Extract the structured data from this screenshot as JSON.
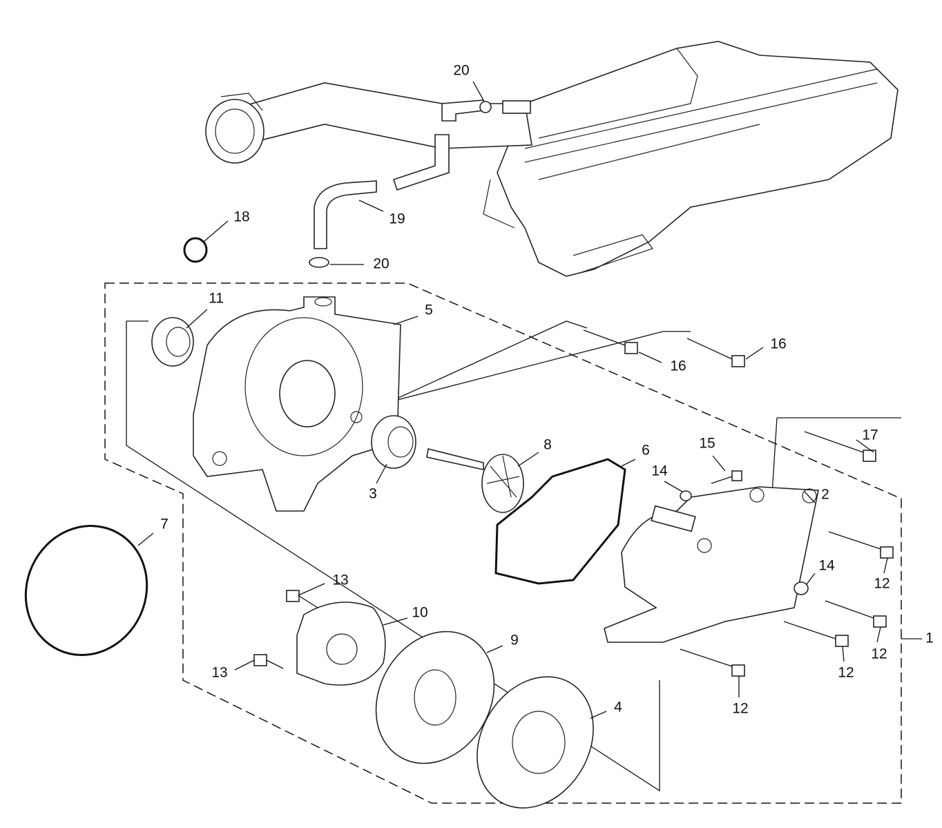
{
  "callouts": [
    "20",
    "19",
    "18",
    "20",
    "11",
    "5",
    "16",
    "16",
    "17",
    "15",
    "14",
    "6",
    "8",
    "3",
    "2",
    "14",
    "12",
    "12",
    "12",
    "12",
    "1",
    "7",
    "13",
    "13",
    "10",
    "9",
    "4"
  ]
}
